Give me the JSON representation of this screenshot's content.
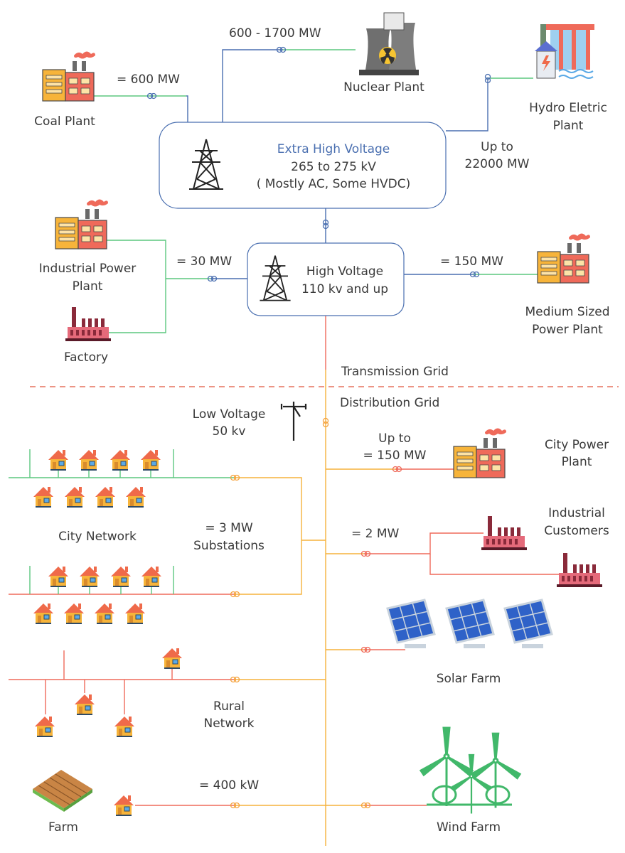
{
  "nodes": {
    "nuclear": "Nuclear Plant",
    "coal": "Coal Plant",
    "hydro_line1": "Hydro Eletric",
    "hydro_line2": "Plant",
    "industrial_pp_line1": "Industrial Power",
    "industrial_pp_line2": "Plant",
    "factory": "Factory",
    "medium_pp_line1": "Medium Sized",
    "medium_pp_line2": "Power Plant",
    "city_pp_line1": "City Power",
    "city_pp_line2": "Plant",
    "industrial_cust_line1": "Industrial",
    "industrial_cust_line2": "Customers",
    "city_network": "City Network",
    "rural_line1": "Rural",
    "rural_line2": "Network",
    "solar_farm": "Solar Farm",
    "farm": "Farm",
    "wind_farm": "Wind Farm"
  },
  "ehv": {
    "title": "Extra High Voltage",
    "line2": "265 to 275 kV",
    "line3": "( Mostly AC, Some HVDC)"
  },
  "hv": {
    "title": "High Voltage",
    "line2": "110 kv and up"
  },
  "lv": {
    "line1": "Low Voltage",
    "line2": "50 kv"
  },
  "flows": {
    "nuclear": "600 - 1700 MW",
    "coal": "= 600 MW",
    "hydro_line1": "Up to",
    "hydro_line2": "22000 MW",
    "industrial": "= 30 MW",
    "medium": "= 150 MW",
    "city_pp_line1": "Up to",
    "city_pp_line2": "= 150 MW",
    "industrial_cust": "= 2 MW",
    "substations_line1": "= 3 MW",
    "substations_line2": "Substations",
    "farm": "= 400 kW"
  },
  "grid": {
    "transmission": "Transmission Grid",
    "distribution": "Distribution Grid"
  },
  "colors": {
    "blue": "#4a6fb0",
    "green": "#5cc77f",
    "orange": "#f5b23c",
    "red": "#ef6a5a",
    "divider": "#e0553c"
  }
}
